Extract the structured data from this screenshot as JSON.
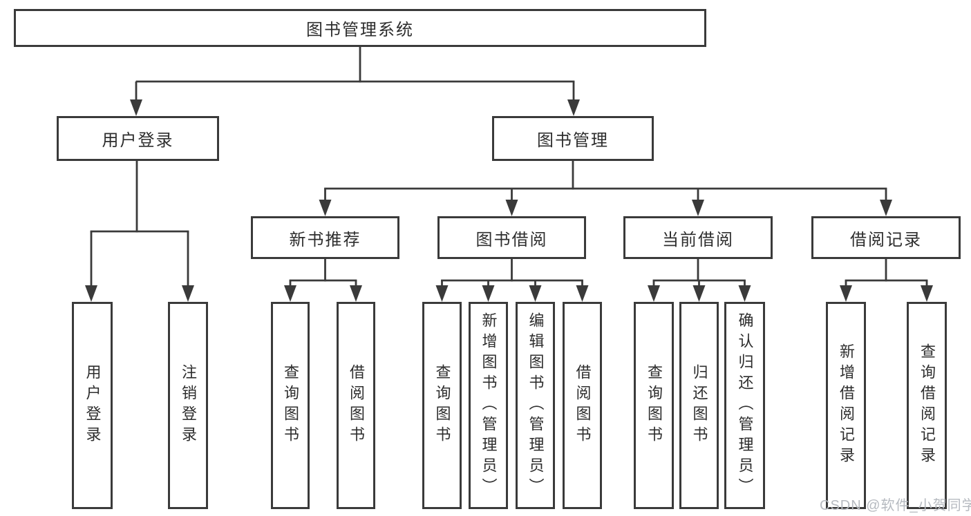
{
  "tree": {
    "label": "图书管理系统",
    "children": [
      {
        "label": "用户登录",
        "children": [
          {
            "label": "用户登录"
          },
          {
            "label": "注销登录"
          }
        ]
      },
      {
        "label": "图书管理",
        "children": [
          {
            "label": "新书推荐",
            "children": [
              {
                "label": "查询图书"
              },
              {
                "label": "借阅图书"
              }
            ]
          },
          {
            "label": "图书借阅",
            "children": [
              {
                "label": "查询图书"
              },
              {
                "label": "新增图书（管理员）"
              },
              {
                "label": "编辑图书（管理员）"
              },
              {
                "label": "借阅图书"
              }
            ]
          },
          {
            "label": "当前借阅",
            "children": [
              {
                "label": "查询图书"
              },
              {
                "label": "归还图书"
              },
              {
                "label": "确认归还（管理员）"
              }
            ]
          },
          {
            "label": "借阅记录",
            "children": [
              {
                "label": "新增借阅记录"
              },
              {
                "label": "查询借阅记录"
              }
            ]
          }
        ]
      }
    ]
  },
  "watermark": {
    "text": "CSDN @软件_小贺同学"
  },
  "colors": {
    "line": "#3a3a3a",
    "box_border": "#3a3a3a",
    "text": "#2d2d2d",
    "watermark": "#b6bac0",
    "background": "#ffffff"
  }
}
